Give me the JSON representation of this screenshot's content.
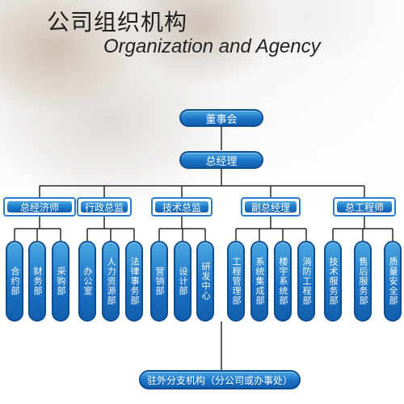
{
  "header": {
    "title_cn": "公司组织机构",
    "title_en": "Organization and Agency"
  },
  "top": {
    "board": "董事会",
    "gm": "总经理"
  },
  "departments": [
    {
      "label": "总经济师",
      "units": [
        "合约部",
        "财务部",
        "采购部"
      ]
    },
    {
      "label": "行政总监",
      "units": [
        "办公室",
        "人力资源部",
        "法律事务部"
      ]
    },
    {
      "label": "技术总监",
      "units": [
        "营销部",
        "设计部",
        "研发中心"
      ]
    },
    {
      "label": "副总经理",
      "units": [
        "工程管理部",
        "系统集成部",
        "楼宇系统部",
        "消防工程部"
      ]
    },
    {
      "label": "总工程师",
      "units": [
        "技术服务部",
        "售后服务部",
        "质量安全部"
      ]
    }
  ],
  "bottom": {
    "branch": "驻外分支机构（分公司或办事处）"
  },
  "colors": {
    "node_fill": "#1b73c7",
    "node_border": "#0b4e94",
    "line": "#2a2a2a"
  }
}
